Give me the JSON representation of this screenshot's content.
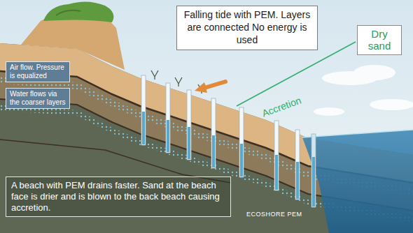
{
  "diagram": {
    "nodes": [
      {
        "text": [
          "Falling tide with PEM. Layers are connected No energy is used"
        ]
      },
      {
        "text": [
          "Air flow. Pressure is equalized"
        ]
      },
      {
        "text": [
          "Water flows via the coarser layers"
        ]
      },
      {
        "text": [
          "Dry sand"
        ]
      },
      {
        "text": [
          "A beach with PEM drains faster. Sand at the beach face is drier and is blown to the back beach causing accretion."
        ]
      }
    ],
    "labels": [
      "Accretion",
      "ECOSHORE PEM"
    ]
  }
}
